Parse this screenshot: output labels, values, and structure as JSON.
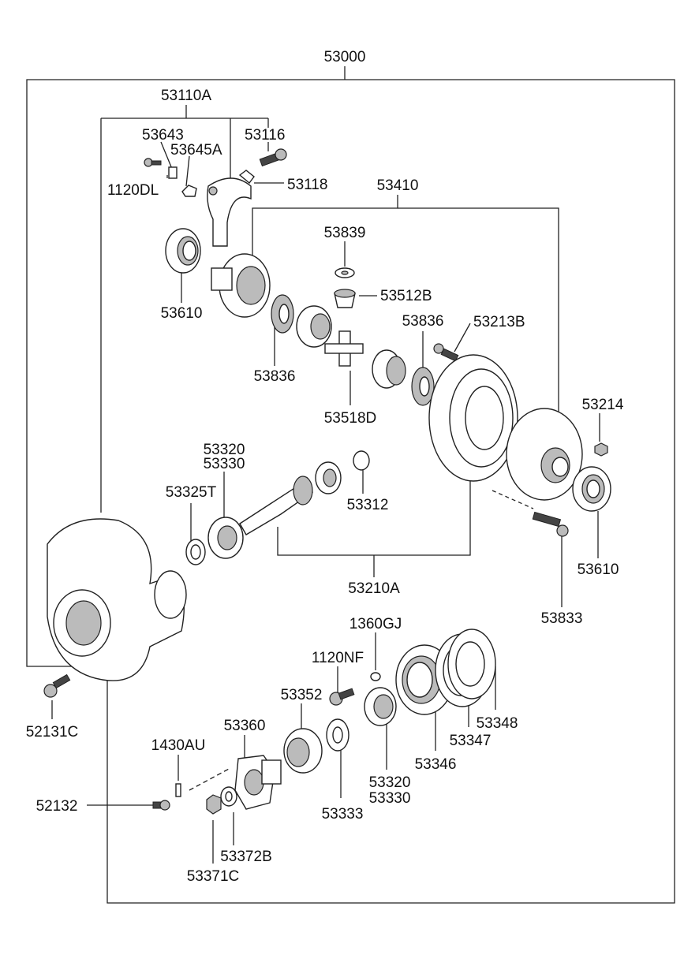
{
  "labels": {
    "assy": "53000",
    "carrier_assy": "53110A",
    "bolt_53643": "53643",
    "plate_53645a": "53645A",
    "bolt_1120dl": "1120DL",
    "bolt_53116": "53116",
    "lock_53118": "53118",
    "diff_assy": "53410",
    "washer_53839": "53839",
    "pinion_53512b": "53512B",
    "bearing_53610_left": "53610",
    "thrust_53836_left": "53836",
    "thrust_53836_right": "53836",
    "bolt_53213b": "53213B",
    "shaft_53518d": "53518D",
    "nut_53214": "53214",
    "bearing_53320_top": "53320",
    "bearing_53330_top": "53330",
    "shim_53325t": "53325T",
    "spacer_53312": "53312",
    "gear_set_53210a": "53210A",
    "bearing_53610_right": "53610",
    "bolt_53833": "53833",
    "plug_1360gj": "1360GJ",
    "bolt_1120nf": "1120NF",
    "seal_53352": "53352",
    "retainer_53348": "53348",
    "gasket_53347": "53347",
    "cage_53346": "53346",
    "bolt_52131c": "52131C",
    "flange_53360": "53360",
    "pin_1430au": "1430AU",
    "bolt_52132": "52132",
    "shim_53333": "53333",
    "bearing_53320_bottom": "53320",
    "bearing_53330_bottom": "53330",
    "washer_53372b": "53372B",
    "nut_53371c": "53371C"
  }
}
